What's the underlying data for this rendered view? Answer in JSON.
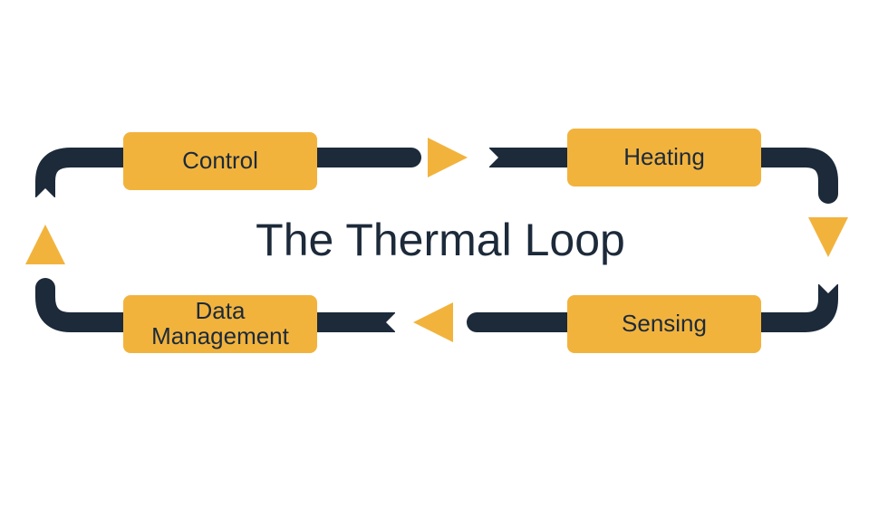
{
  "diagram": {
    "title": "The Thermal Loop",
    "colors": {
      "box_fill": "#f2b33d",
      "arrow_fill": "#f2b33d",
      "pipe": "#1c2a3a",
      "text": "#1c2a3a",
      "background": "#ffffff"
    },
    "nodes": {
      "control": {
        "label": "Control"
      },
      "heating": {
        "label": "Heating"
      },
      "sensing": {
        "label": "Sensing"
      },
      "data_management": {
        "line1": "Data",
        "line2": "Management"
      }
    },
    "flow": [
      "Control",
      "Heating",
      "Sensing",
      "Data Management"
    ]
  }
}
